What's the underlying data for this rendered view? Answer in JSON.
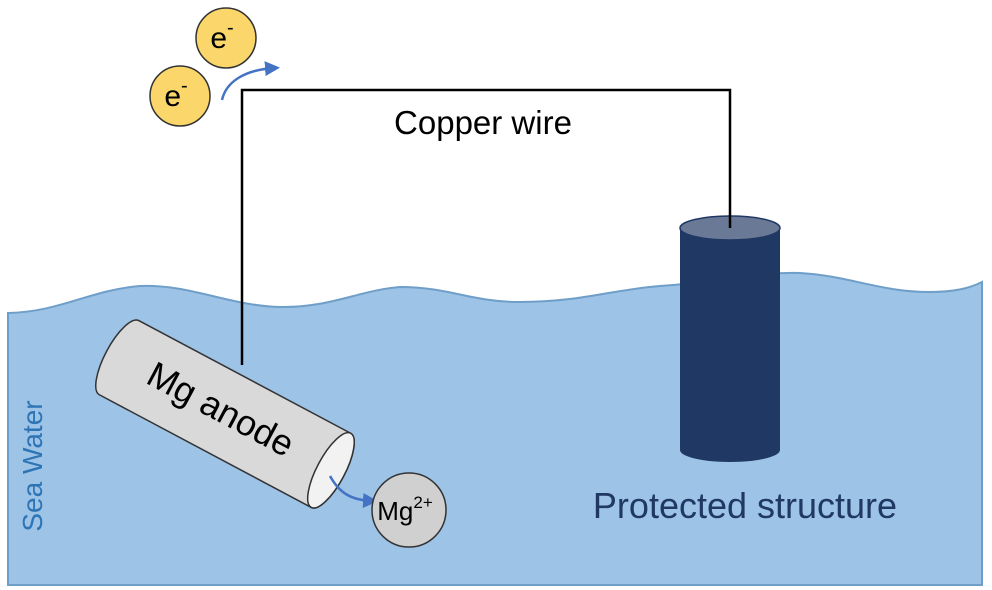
{
  "colors": {
    "sea_fill": "#9dc3e6",
    "sea_stroke": "#6f9fc9",
    "sea_label": "#2e75b6",
    "wire": "#000000",
    "structure_body": "#203864",
    "structure_top": "#6a7a96",
    "structure_label": "#1f3864",
    "anode_fill": "#d9d9d9",
    "anode_stroke": "#333333",
    "ion_fill": "#d0d0d0",
    "electron_fill": "#fbd76b",
    "electron_stroke": "#333333",
    "arrow": "#4472c4"
  },
  "labels": {
    "sea_water": "Sea Water",
    "copper_wire": "Copper wire",
    "mg_anode": "Mg anode",
    "protected_structure": "Protected structure",
    "electron_base": "e",
    "electron_sup": "-",
    "ion_base": "Mg",
    "ion_sup": "2+"
  }
}
